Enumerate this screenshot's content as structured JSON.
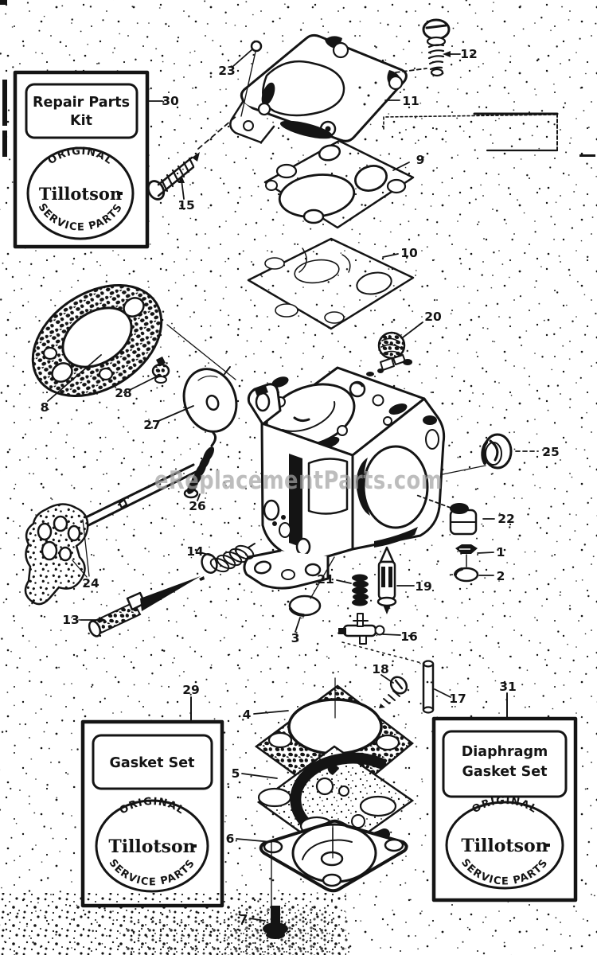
{
  "watermark": "eReplacementParts.com",
  "logo": {
    "top": "ORIGINAL",
    "name": "Tillotson",
    "bottom": "SERVICE PARTS"
  },
  "boxes": {
    "repair": {
      "line1": "Repair Parts",
      "line2": "Kit"
    },
    "gasket": {
      "line1": "Gasket Set"
    },
    "diaphragm": {
      "line1": "Diaphragm",
      "line2": "Gasket Set"
    }
  },
  "callouts": {
    "1": "1",
    "2": "2",
    "3": "3",
    "4": "4",
    "5": "5",
    "6": "6",
    "7": "7",
    "8": "8",
    "9": "9",
    "10": "10",
    "11": "11",
    "12": "12",
    "13": "13",
    "14": "14",
    "15": "15",
    "16": "16",
    "17": "17",
    "18": "18",
    "19": "19",
    "20": "20",
    "21": "21",
    "22": "22",
    "23": "23",
    "24": "24",
    "25": "25",
    "26": "26",
    "27": "27",
    "28": "28",
    "29": "29",
    "30": "30",
    "31": "31"
  },
  "ink_color": "#141414",
  "watermark_color": "#a3a3a3"
}
